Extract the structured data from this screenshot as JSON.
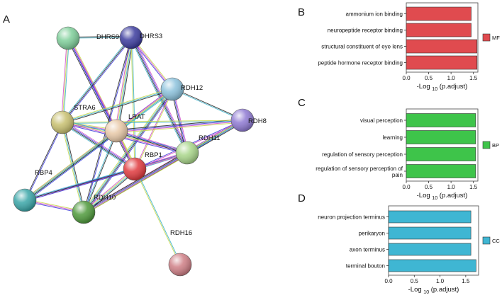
{
  "panels": {
    "a": "A",
    "b": "B",
    "c": "C",
    "d": "D"
  },
  "network": {
    "nodes": [
      {
        "id": "DHRS9",
        "label": "DHRS9",
        "color": "#7fcf9a"
      },
      {
        "id": "DHRS3",
        "label": "DHRS3",
        "color": "#3c3c9e"
      },
      {
        "id": "RDH12",
        "label": "RDH12",
        "color": "#8cc2dc"
      },
      {
        "id": "RDH8",
        "label": "RDH8",
        "color": "#8f7ad3"
      },
      {
        "id": "STRA6",
        "label": "STRA6",
        "color": "#c8c070"
      },
      {
        "id": "LRAT",
        "label": "LRAT",
        "color": "#e8c9a8"
      },
      {
        "id": "RDH11",
        "label": "RDH11",
        "color": "#a9d68a"
      },
      {
        "id": "RBP1",
        "label": "RBP1",
        "color": "#e03a3e"
      },
      {
        "id": "RBP4",
        "label": "RBP4",
        "color": "#3aa6a8"
      },
      {
        "id": "RDH10",
        "label": "RDH10",
        "color": "#4f9a3c"
      },
      {
        "id": "RDH16",
        "label": "RDH16",
        "color": "#cf7f86"
      }
    ],
    "edges": [
      [
        "DHRS9",
        "DHRS3"
      ],
      [
        "DHRS9",
        "STRA6"
      ],
      [
        "DHRS9",
        "RBP1"
      ],
      [
        "DHRS9",
        "LRAT"
      ],
      [
        "DHRS3",
        "STRA6"
      ],
      [
        "DHRS3",
        "LRAT"
      ],
      [
        "DHRS3",
        "RBP1"
      ],
      [
        "DHRS3",
        "RDH12"
      ],
      [
        "DHRS3",
        "RDH11"
      ],
      [
        "DHRS3",
        "RDH10"
      ],
      [
        "RDH12",
        "STRA6"
      ],
      [
        "RDH12",
        "LRAT"
      ],
      [
        "RDH12",
        "RBP1"
      ],
      [
        "RDH12",
        "RDH11"
      ],
      [
        "RDH12",
        "RDH10"
      ],
      [
        "RDH12",
        "RDH8"
      ],
      [
        "RDH12",
        "RBP4"
      ],
      [
        "RDH8",
        "LRAT"
      ],
      [
        "RDH8",
        "RBP1"
      ],
      [
        "RDH8",
        "RDH11"
      ],
      [
        "RDH8",
        "RDH10"
      ],
      [
        "RDH8",
        "STRA6"
      ],
      [
        "STRA6",
        "LRAT"
      ],
      [
        "STRA6",
        "RBP1"
      ],
      [
        "STRA6",
        "RBP4"
      ],
      [
        "STRA6",
        "RDH10"
      ],
      [
        "STRA6",
        "RDH11"
      ],
      [
        "LRAT",
        "RBP1"
      ],
      [
        "LRAT",
        "RDH11"
      ],
      [
        "LRAT",
        "RBP4"
      ],
      [
        "LRAT",
        "RDH10"
      ],
      [
        "RDH11",
        "RBP1"
      ],
      [
        "RDH11",
        "RDH10"
      ],
      [
        "RDH11",
        "RBP4"
      ],
      [
        "RBP1",
        "RBP4"
      ],
      [
        "RBP1",
        "RDH10"
      ],
      [
        "RBP1",
        "RDH16"
      ],
      [
        "RBP4",
        "RDH10"
      ]
    ],
    "edge_colors": [
      "#222222",
      "#3ab0c8",
      "#c8d84a",
      "#d04cc8",
      "#3a3ad8"
    ]
  },
  "chart_data": [
    {
      "panel": "B",
      "type": "bar",
      "orientation": "horizontal",
      "categories": [
        "ammonium ion binding",
        "neuropeptide receptor binding",
        "structural constituent of eye lens",
        "peptide hormone receptor binding"
      ],
      "values": [
        1.45,
        1.45,
        1.58,
        1.58
      ],
      "xlim": [
        0,
        1.6
      ],
      "ticks": [
        "0.0",
        "0.5",
        "1.0",
        "1.5"
      ],
      "xlabel_main": "-Log",
      "xlabel_sub": "10",
      "xlabel_rest": "(p.adjust)",
      "legend": "MF",
      "color": "#e04b4f"
    },
    {
      "panel": "C",
      "type": "bar",
      "orientation": "horizontal",
      "categories": [
        "visual perception",
        "learning",
        "regulation of sensory perception",
        "regulation of sensory perception of pain"
      ],
      "values": [
        1.55,
        1.55,
        1.55,
        1.55
      ],
      "xlim": [
        0,
        1.6
      ],
      "ticks": [
        "0.0",
        "0.5",
        "1.0",
        "1.5"
      ],
      "xlabel_main": "-Log",
      "xlabel_sub": "10",
      "xlabel_rest": "(p.adjust)",
      "legend": "BP",
      "color": "#3ec44a"
    },
    {
      "panel": "D",
      "type": "bar",
      "orientation": "horizontal",
      "categories": [
        "neuron projection terminus",
        "perikaryon",
        "axon terminus",
        "terminal bouton"
      ],
      "values": [
        1.6,
        1.6,
        1.6,
        1.7
      ],
      "xlim": [
        0,
        1.75
      ],
      "ticks": [
        "0.0",
        "0.5",
        "1.0",
        "1.5"
      ],
      "xlabel_main": "-Log",
      "xlabel_sub": "10",
      "xlabel_rest": "(p.adjust)",
      "legend": "CC",
      "color": "#3fb6d3"
    }
  ]
}
